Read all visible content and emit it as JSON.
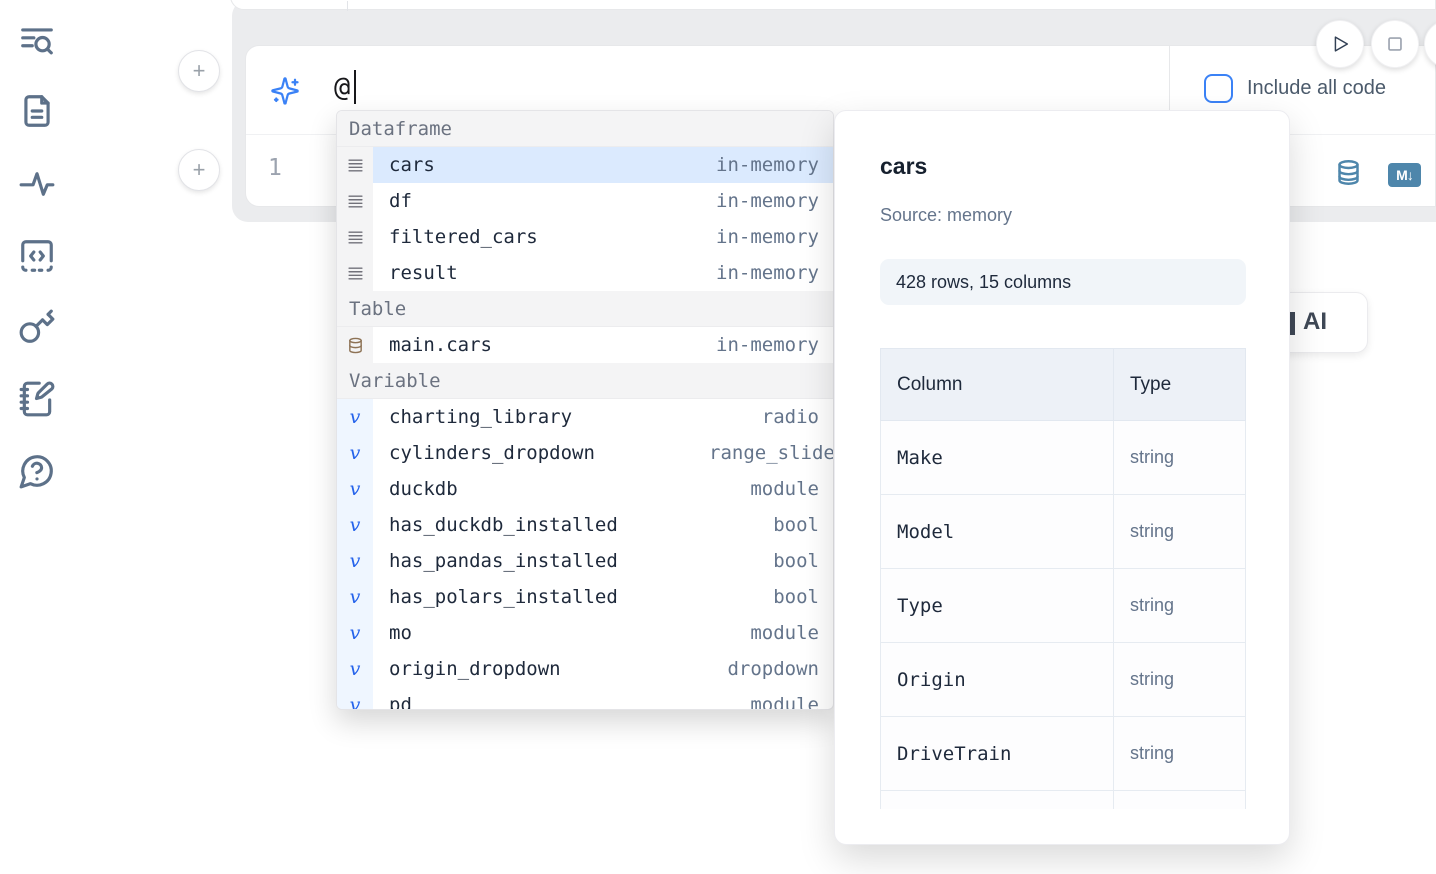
{
  "sidebar": {
    "items": [
      {
        "name": "file-explorer"
      },
      {
        "name": "documentation"
      },
      {
        "name": "dependencies-activity"
      },
      {
        "name": "snippets"
      },
      {
        "name": "secrets-keys"
      },
      {
        "name": "scratchpad"
      },
      {
        "name": "help"
      }
    ]
  },
  "add_buttons": {
    "glyph": "+"
  },
  "ai_prompt": {
    "value": "@",
    "include_checkbox_label": "Include all code",
    "accent_color": "#3b82f6"
  },
  "cell": {
    "line_number": "1",
    "markdown_badge": "M↓"
  },
  "ai_card": {
    "label": "AI"
  },
  "autocomplete": {
    "sections": [
      {
        "label": "Dataframe",
        "items": [
          {
            "name": "cars",
            "type": "in-memory",
            "selected": true
          },
          {
            "name": "df",
            "type": "in-memory"
          },
          {
            "name": "filtered_cars",
            "type": "in-memory"
          },
          {
            "name": "result",
            "type": "in-memory"
          }
        ]
      },
      {
        "label": "Table",
        "items": [
          {
            "name": "main.cars",
            "type": "in-memory"
          }
        ]
      },
      {
        "label": "Variable",
        "items": [
          {
            "name": "charting_library",
            "type": "radio"
          },
          {
            "name": "cylinders_dropdown",
            "type": "range_slider"
          },
          {
            "name": "duckdb",
            "type": "module"
          },
          {
            "name": "has_duckdb_installed",
            "type": "bool"
          },
          {
            "name": "has_pandas_installed",
            "type": "bool"
          },
          {
            "name": "has_polars_installed",
            "type": "bool"
          },
          {
            "name": "mo",
            "type": "module"
          },
          {
            "name": "origin_dropdown",
            "type": "dropdown"
          },
          {
            "name": "pd",
            "type": "module"
          }
        ]
      }
    ]
  },
  "preview": {
    "title": "cars",
    "source_label": "Source: memory",
    "shape": "428 rows, 15 columns",
    "table": {
      "col_header": "Column",
      "type_header": "Type",
      "rows": [
        {
          "column": "Make",
          "type": "string"
        },
        {
          "column": "Model",
          "type": "string"
        },
        {
          "column": "Type",
          "type": "string"
        },
        {
          "column": "Origin",
          "type": "string"
        },
        {
          "column": "DriveTrain",
          "type": "string"
        }
      ]
    }
  }
}
